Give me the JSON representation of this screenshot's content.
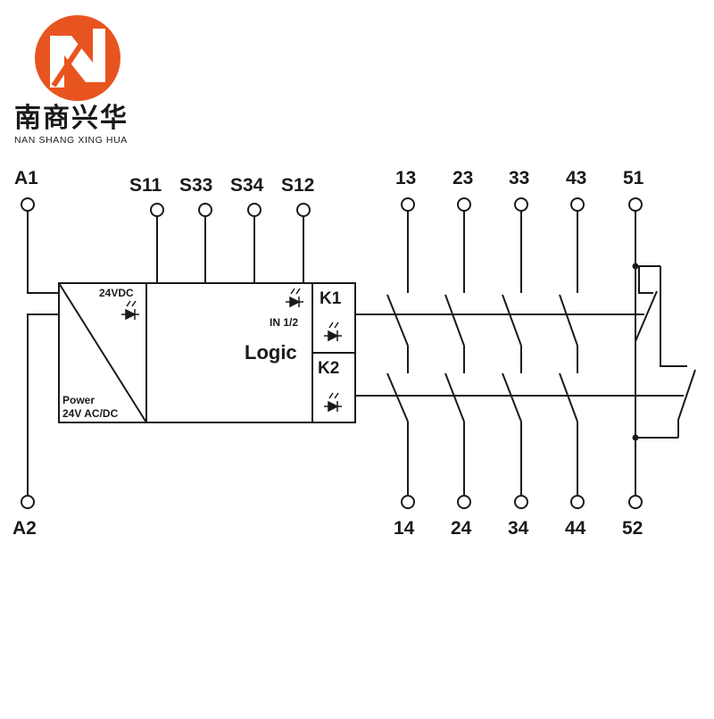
{
  "brand": {
    "name_cn": "南商兴华",
    "name_en": "NAN SHANG XING HUA",
    "logo_color": "#e8541f"
  },
  "diagram": {
    "terminals_top": {
      "a1": "A1",
      "s11": "S11",
      "s33": "S33",
      "s34": "S34",
      "s12": "S12",
      "t13": "13",
      "t23": "23",
      "t33": "33",
      "t43": "43",
      "t51": "51"
    },
    "terminals_bottom": {
      "a2": "A2",
      "t14": "14",
      "t24": "24",
      "t34": "34",
      "t44": "44",
      "t52": "52"
    },
    "power_block": {
      "voltage_label": "24VDC",
      "power_label": "Power",
      "supply_label": "24V AC/DC"
    },
    "logic_block": {
      "input_label": "IN 1/2",
      "logic_label": "Logic"
    },
    "relays": {
      "k1": "K1",
      "k2": "K2"
    }
  }
}
